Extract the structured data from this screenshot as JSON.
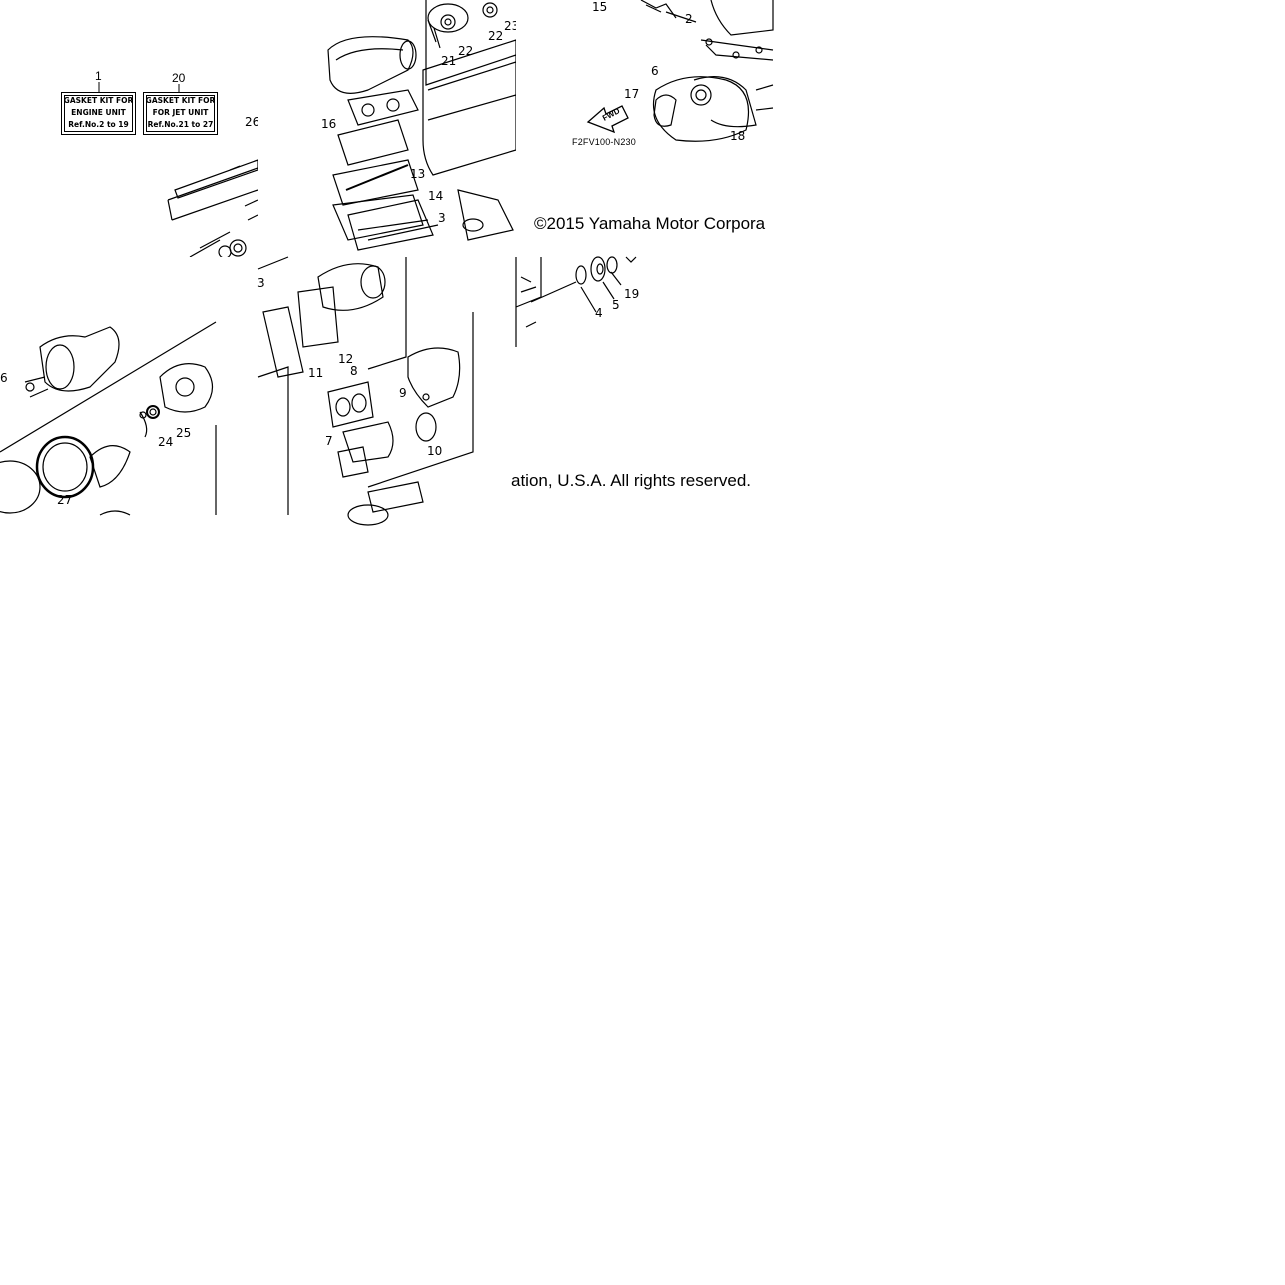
{
  "kits": [
    {
      "ref": "1",
      "line1": "GASKET  KIT FOR",
      "line2": "ENGINE UNIT",
      "line3": "Ref.No.2 to 19"
    },
    {
      "ref": "20",
      "line1": "GASKET  KIT FOR",
      "line2": "FOR JET UNIT",
      "line3": "Ref.No.21 to 27"
    }
  ],
  "callouts": {
    "c2": "2",
    "c3a": "3",
    "c3b": "3",
    "c4": "4",
    "c5": "5",
    "c6a": "6",
    "c6b": "6",
    "c7": "7",
    "c8": "8",
    "c9": "9",
    "c10": "10",
    "c11": "11",
    "c12": "12",
    "c13": "13",
    "c14": "14",
    "c15": "15",
    "c16": "16",
    "c17": "17",
    "c18": "18",
    "c19": "19",
    "c21": "21",
    "c22a": "22",
    "c22b": "22",
    "c23": "23",
    "c24": "24",
    "c25": "25",
    "c26": "26",
    "c27": "27"
  },
  "fwd_label": "FWD",
  "diagram_code": "F2FV100-N230",
  "copyright_part1": "©2015 Yamaha Motor Corpora",
  "copyright_part2": "ation, U.S.A. All rights reserved."
}
